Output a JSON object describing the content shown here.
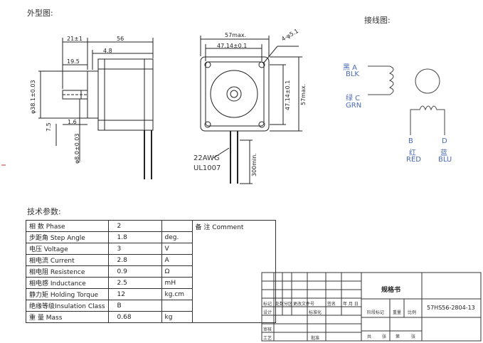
{
  "sections": {
    "outline": "外型图:",
    "wiring": "接线图:",
    "tech": "技术参数:"
  },
  "side_view": {
    "d1": "21±1",
    "d2": "56",
    "d3": "19.5",
    "d4": "4.8",
    "d5": "1.6",
    "d6": "7.5",
    "dia1": "φ38.1±0.03",
    "dia2": "φ8.0±0.03"
  },
  "front_view": {
    "w1": "57max.",
    "w2": "47.14±0.1",
    "hole": "4-φ5.1",
    "h1": "47.14±0.1",
    "h2": "57max.",
    "lead": "300min.",
    "wire_gauge": "22AWG",
    "wire_type": "UL1007"
  },
  "wiring": {
    "a_cn": "黑 A",
    "a_en": "BLK",
    "c_cn": "绿 C",
    "c_en": "GRN",
    "b_letter": "B",
    "b_cn": "红",
    "b_en": "RED",
    "d_letter": "D",
    "d_cn": "蓝",
    "d_en": "BLU"
  },
  "spec_table": {
    "comment_label": "备 注  Comment",
    "rows": [
      {
        "param": "相  数     Phase",
        "value": "2",
        "unit": ""
      },
      {
        "param": "步距角   Step Angle",
        "value": "1.8",
        "unit": "deg."
      },
      {
        "param": "电压      Voltage",
        "value": "3",
        "unit": "V"
      },
      {
        "param": "相电流   Current",
        "value": "2.8",
        "unit": "A"
      },
      {
        "param": "相电阻   Resistence",
        "value": "0.9",
        "unit": "Ω"
      },
      {
        "param": "相电感   Inductance",
        "value": "2.5",
        "unit": "mH"
      },
      {
        "param": "静力矩   Holding Torque",
        "value": "12",
        "unit": "kg.cm"
      },
      {
        "param": "绝缘等级Insulation Class",
        "value": "B",
        "unit": ""
      },
      {
        "param": "重  量   Mass",
        "value": "0.68",
        "unit": "kg"
      }
    ]
  },
  "title_block": {
    "doc_title": "规格书",
    "model": "57HS56-2804-13",
    "mark": "标记",
    "count": "处数",
    "zone": "分区",
    "change_doc": "更改文件号",
    "sign": "签名",
    "date": "年 月 日",
    "design": "设计",
    "standardize": "标准化",
    "stage_mark": "阶段标记",
    "weight": "重量",
    "scale": "比例",
    "review": "审核",
    "process": "工艺",
    "approve": "批准",
    "sheets_total": "共",
    "sheet": "张",
    "sheet_no": "第",
    "sheet2": "张"
  }
}
